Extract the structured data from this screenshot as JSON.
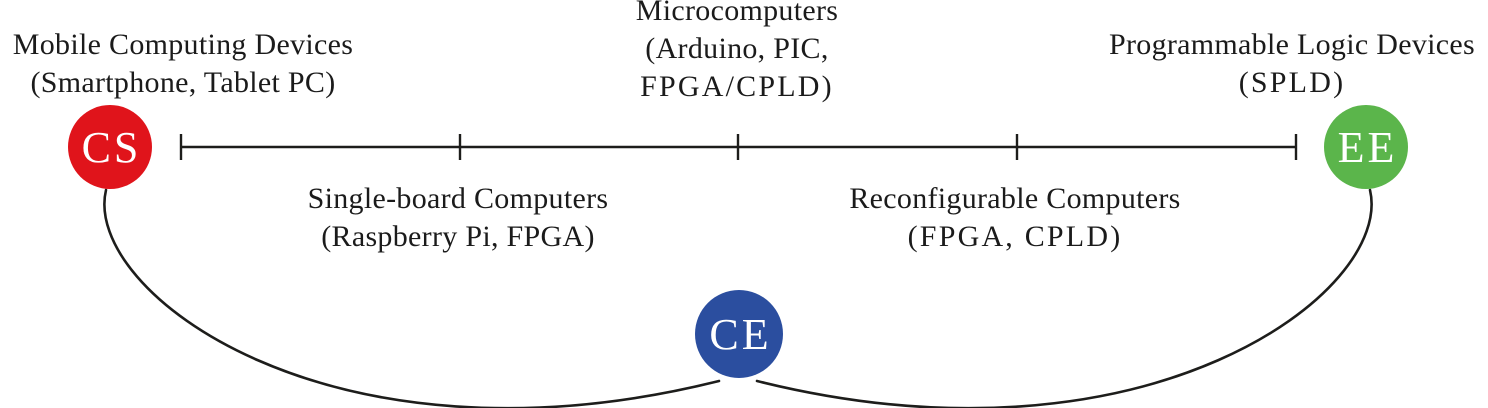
{
  "colors": {
    "cs_red": "#e0141b",
    "ee_green": "#5bb54b",
    "ce_blue": "#2b4e9f",
    "line": "#1d1d1b",
    "text": "#1b1b1b"
  },
  "spectrum": {
    "top_labels": [
      {
        "lines": [
          "Mobile Computing Devices",
          "(Smartphone, Tablet PC)"
        ]
      },
      {
        "lines": [
          "Microcomputers",
          "(Arduino, PIC,",
          "FPGA/CPLD)"
        ]
      },
      {
        "lines": [
          "Programmable Logic Devices",
          "(SPLD)"
        ]
      }
    ],
    "bottom_labels": [
      {
        "lines": [
          "Single-board Computers",
          "(Raspberry Pi, FPGA)"
        ]
      },
      {
        "lines": [
          "Reconfigurable Computers",
          "(FPGA, CPLD)"
        ]
      }
    ],
    "nodes": [
      {
        "id": "cs",
        "label": "CS",
        "color_key": "cs_red"
      },
      {
        "id": "ee",
        "label": "EE",
        "color_key": "ee_green"
      },
      {
        "id": "ce",
        "label": "CE",
        "color_key": "ce_blue"
      }
    ]
  }
}
